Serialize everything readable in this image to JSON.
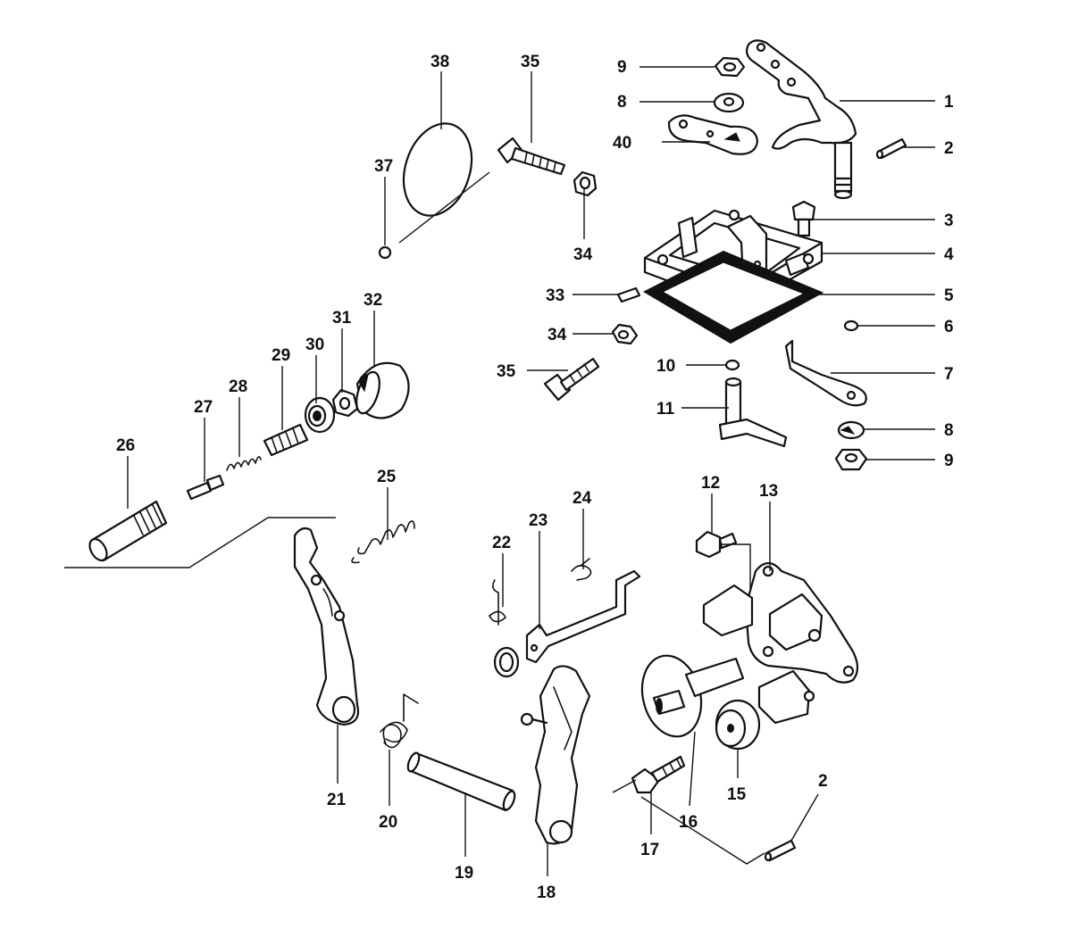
{
  "diagram": {
    "callouts": [
      "1",
      "2",
      "3",
      "4",
      "5",
      "6",
      "7",
      "8",
      "9",
      "10",
      "11",
      "12",
      "13",
      "15",
      "16",
      "17",
      "18",
      "19",
      "20",
      "21",
      "22",
      "23",
      "24",
      "25",
      "26",
      "27",
      "28",
      "29",
      "30",
      "31",
      "32",
      "33",
      "34",
      "35",
      "37",
      "38",
      "40"
    ]
  }
}
